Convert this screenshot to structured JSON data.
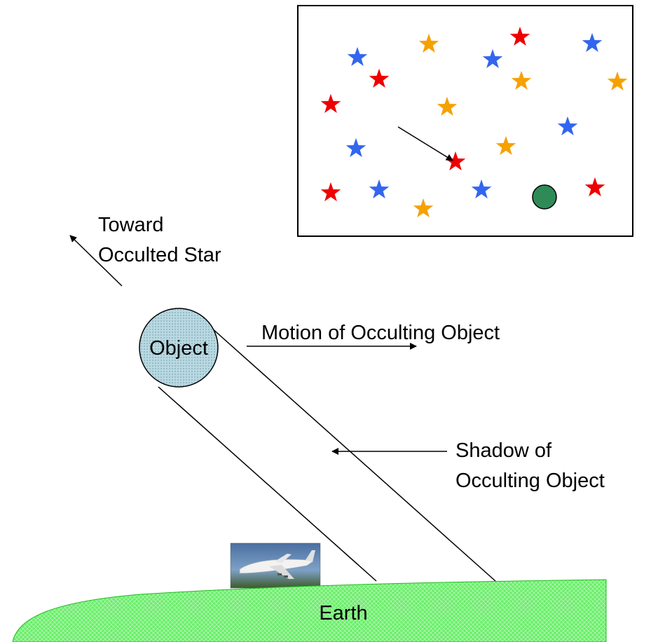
{
  "labels": {
    "toward_line1": "Toward",
    "toward_line2": "Occulted Star",
    "object": "Object",
    "motion": "Motion of Occulting Object",
    "shadow_line1": "Shadow of",
    "shadow_line2": "Occulting Object",
    "earth": "Earth"
  },
  "colors": {
    "star_red": "#ee0000",
    "star_blue": "#3366ee",
    "star_orange": "#f5a100",
    "planet_green": "#2e8b57",
    "earth_green": "#66ee66",
    "object_fill": "#b9d9e2"
  },
  "star_field": {
    "stars": [
      {
        "color": "blue"
      },
      {
        "color": "orange"
      },
      {
        "color": "red"
      },
      {
        "color": "blue"
      },
      {
        "color": "blue"
      },
      {
        "color": "red"
      },
      {
        "color": "orange"
      },
      {
        "color": "orange"
      },
      {
        "color": "red"
      },
      {
        "color": "orange"
      },
      {
        "color": "blue"
      },
      {
        "color": "blue"
      },
      {
        "color": "orange"
      },
      {
        "color": "red"
      },
      {
        "color": "red"
      },
      {
        "color": "blue"
      },
      {
        "color": "blue"
      },
      {
        "color": "orange"
      },
      {
        "color": "red"
      }
    ]
  },
  "airplane": "airplane-photo"
}
